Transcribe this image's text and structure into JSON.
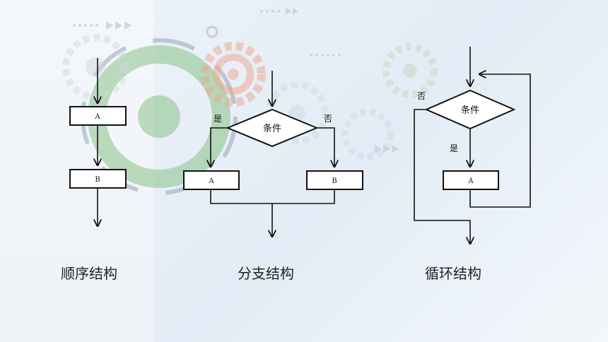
{
  "sequence": {
    "box_a": "A",
    "box_b": "B",
    "caption": "顺序结构"
  },
  "branch": {
    "condition": "条件",
    "yes": "是",
    "no": "否",
    "box_a": "A",
    "box_b": "B",
    "caption": "分支结构"
  },
  "loop": {
    "condition": "条件",
    "yes": "是",
    "no": "否",
    "box_a": "A",
    "caption": "循环结构"
  },
  "colors": {
    "stroke": "#111111",
    "gear_green": "#8bc48a",
    "gear_orange": "#f0a58a",
    "gear_grey": "#cfd6df"
  }
}
